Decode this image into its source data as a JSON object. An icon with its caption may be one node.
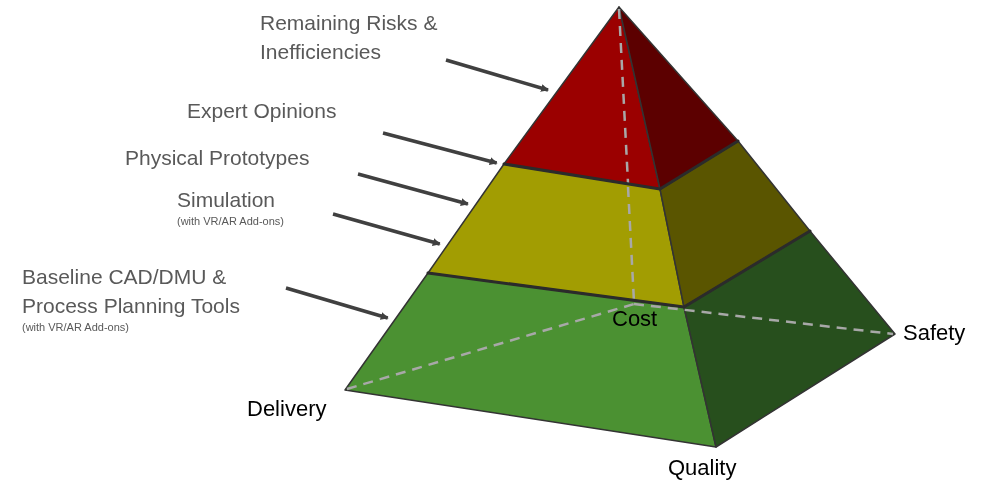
{
  "diagram": {
    "nodes": [
      {
        "text": [
          "Remaining Risks & Inefficiencies"
        ]
      },
      {
        "text": [
          "Expert Opinions"
        ]
      },
      {
        "text": [
          "Physical Prototypes"
        ]
      },
      {
        "text": [
          "Simulation",
          "(with VR/AR Add-ons)"
        ]
      },
      {
        "text": [
          "Baseline CAD/DMU & Process Planning Tools",
          "(with VR/AR Add-ons)"
        ]
      },
      {
        "text": [],
        "shape": "triangle"
      },
      {
        "text": [],
        "shape": "band"
      },
      {
        "text": [],
        "shape": "band"
      }
    ],
    "edges": [
      {
        "from": 0,
        "to": 5,
        "arrow": "to"
      },
      {
        "from": 1,
        "to": 5,
        "arrow": "to"
      },
      {
        "from": 2,
        "to": 6,
        "arrow": "to"
      },
      {
        "from": 3,
        "to": 6,
        "arrow": "to"
      },
      {
        "from": 4,
        "to": 7,
        "arrow": "to"
      }
    ],
    "labels": [
      "Cost",
      "Safety",
      "Delivery",
      "Quality"
    ]
  }
}
